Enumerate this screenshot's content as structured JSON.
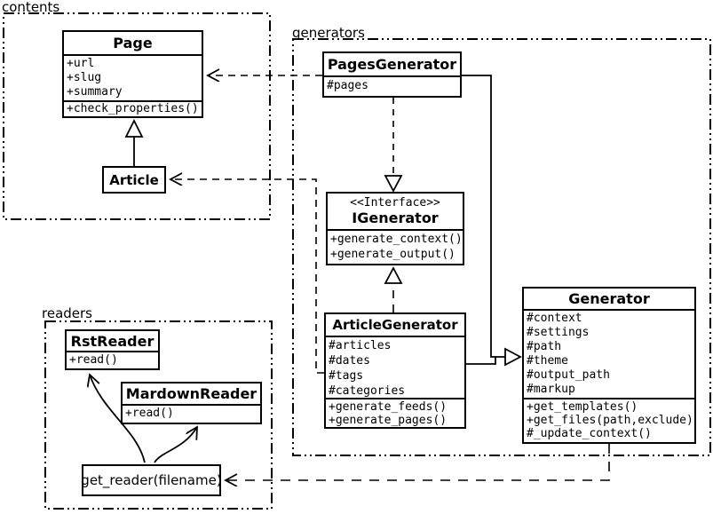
{
  "diagram_type": "uml-class-diagram",
  "colors": {
    "line": "#000000",
    "background": "#ffffff",
    "box_fill": "#ffffff"
  },
  "packages": {
    "contents": {
      "label": "contents"
    },
    "generators": {
      "label": "generators"
    },
    "readers": {
      "label": "readers"
    }
  },
  "classes": {
    "page": {
      "title": "Page",
      "attributes": [
        "+url",
        "+slug",
        "+summary"
      ],
      "methods": [
        "+check_properties()"
      ]
    },
    "article": {
      "title": "Article"
    },
    "pages_generator": {
      "title": "PagesGenerator",
      "attributes": [
        "#pages"
      ]
    },
    "igenerator": {
      "stereotype": "<<Interface>>",
      "title": "IGenerator",
      "methods": [
        "+generate_context()",
        "+generate_output()"
      ]
    },
    "article_generator": {
      "title": "ArticleGenerator",
      "attributes": [
        "#articles",
        "#dates",
        "#tags",
        "#categories"
      ],
      "methods": [
        "+generate_feeds()",
        "+generate_pages()"
      ]
    },
    "generator": {
      "title": "Generator",
      "attributes": [
        "#context",
        "#settings",
        "#path",
        "#theme",
        "#output_path",
        "#markup"
      ],
      "methods": [
        "+get_templates()",
        "+get_files(path,exclude)",
        "#_update_context()"
      ]
    },
    "rst_reader": {
      "title": "RstReader",
      "methods": [
        "+read()"
      ]
    },
    "mardown_reader": {
      "title": "MardownReader",
      "methods": [
        "+read()"
      ]
    }
  },
  "nodes": {
    "get_reader": {
      "label": "get_reader(filename)"
    }
  },
  "relations": [
    {
      "from": "Article",
      "to": "Page",
      "type": "inheritance"
    },
    {
      "from": "PagesGenerator",
      "to": "Page",
      "type": "dependency"
    },
    {
      "from": "ArticleGenerator",
      "to": "Article",
      "type": "dependency"
    },
    {
      "from": "PagesGenerator",
      "to": "IGenerator",
      "type": "realization"
    },
    {
      "from": "ArticleGenerator",
      "to": "IGenerator",
      "type": "realization"
    },
    {
      "from": "PagesGenerator",
      "to": "Generator",
      "type": "inheritance"
    },
    {
      "from": "ArticleGenerator",
      "to": "Generator",
      "type": "inheritance"
    },
    {
      "from": "Generator",
      "to": "get_reader(filename)",
      "type": "dependency"
    },
    {
      "from": "get_reader(filename)",
      "to": "RstReader",
      "type": "association"
    },
    {
      "from": "get_reader(filename)",
      "to": "MardownReader",
      "type": "association"
    }
  ]
}
